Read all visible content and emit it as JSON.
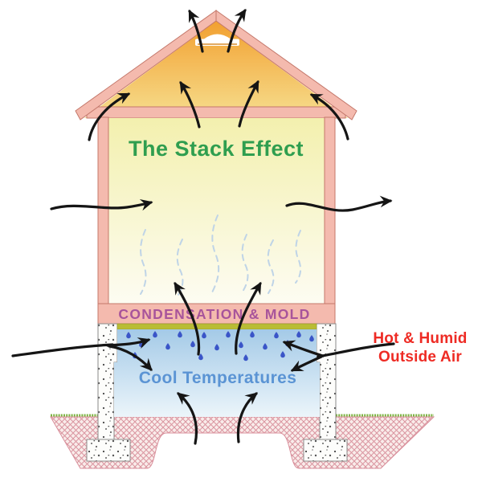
{
  "diagram": {
    "title": "The Stack Effect",
    "floor_label": "CONDENSATION & MOLD",
    "crawlspace_label": "Cool Temperatures",
    "outside_label_line1": "Hot & Humid",
    "outside_label_line2": "Outside Air"
  },
  "colors": {
    "title_green": "#2F9E4F",
    "condensation_purple": "#A8549B",
    "cool_blue": "#5B94D4",
    "hot_red": "#EE2B24",
    "wall_pink": "#F4BAAE",
    "attic_orange_top": "#F2A030",
    "attic_orange_bottom": "#F6DE8E",
    "room_yellow_top": "#F3F0AE",
    "room_yellow_bottom": "#FDFCF2",
    "crawl_blue_top": "#A4CAE7",
    "crawl_blue_bottom": "#ECF5FA",
    "mold_olive": "#B9BC35",
    "droplet_blue": "#3A55C8",
    "arrow_black": "#151515",
    "ground_hatch_pink": "#DA95A0",
    "grass_green": "#7CB342"
  }
}
